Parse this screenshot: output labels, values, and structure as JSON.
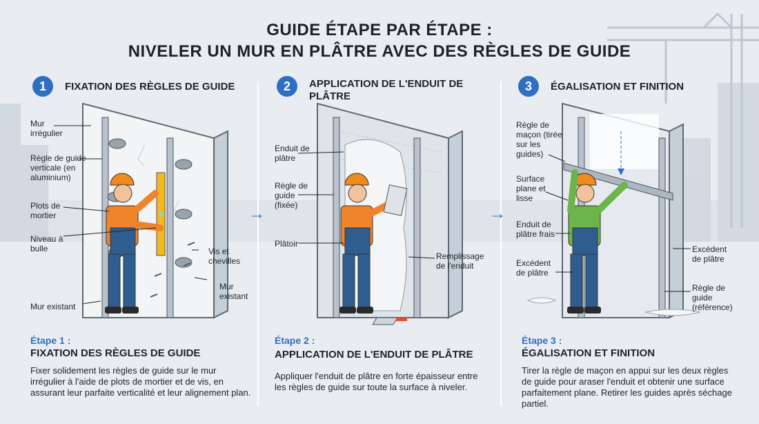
{
  "title": {
    "line1": "GUIDE ÉTAPE PAR ÉTAPE :",
    "line2": "NIVELER UN MUR EN PLÂTRE AVEC DES RÈGLES DE GUIDE"
  },
  "steps": [
    {
      "number": "1",
      "heading": "FIXATION DES RÈGLES DE GUIDE",
      "labels": {
        "mur_irregulier": "Mur irrégulier",
        "regle_guide": "Règle de guide verticale (en aluminium)",
        "plots": "Plots de mortier",
        "niveau": "Niveau à bulle",
        "vis": "Vis et chevilles",
        "mur_existant_right": "Mur existant",
        "mur_existant_bottom": "Mur existant"
      },
      "etape": "Étape 1 :",
      "subtitle": "FIXATION DES RÈGLES DE GUIDE",
      "description": "Fixer solidement les règles de guide sur le mur irrégulier à l'aide de plots de mortier et de vis, en assurant leur parfaite verticalité et leur alignement plan."
    },
    {
      "number": "2",
      "heading": "APPLICATION DE L'ENDUIT DE PLÂTRE",
      "labels": {
        "enduit": "Enduit de plâtre",
        "regle_fixee": "Règle de guide (fixée)",
        "platoir": "Plâtoir",
        "remplissage": "Remplissage de l'enduit"
      },
      "etape": "Étape 2 :",
      "subtitle": "APPLICATION DE L'ENDUIT DE PLÂTRE",
      "description": "Appliquer l'enduit de plâtre en forte épaisseur entre les règles de guide sur toute la surface à niveler."
    },
    {
      "number": "3",
      "heading": "ÉGALISATION ET FINITION",
      "labels": {
        "regle_macon": "Règle de maçon (tirée sur les guides)",
        "surface": "Surface plane et lisse",
        "enduit_frais": "Enduit de plâtre frais",
        "excedent_left": "Excédent de plâtre",
        "excedent_right": "Excédent de plâtre",
        "regle_reference": "Règle de guide (référence)"
      },
      "etape": "Étape 3 :",
      "subtitle": "ÉGALISATION ET FINITION",
      "description": "Tirer la règle de maçon en appui sur les deux règles de guide pour araser l'enduit et obtenir une surface parfaitement plane. Retirer les guides après séchage partiel."
    }
  ],
  "colors": {
    "accent": "#2e6fc2",
    "wall": "#f2f4f6",
    "overalls": "#2f5d8f",
    "helmet": "#f08a1c",
    "shirt_orange": "#f0842a",
    "shirt_green": "#6bb54a",
    "level": "#f4b81c"
  }
}
